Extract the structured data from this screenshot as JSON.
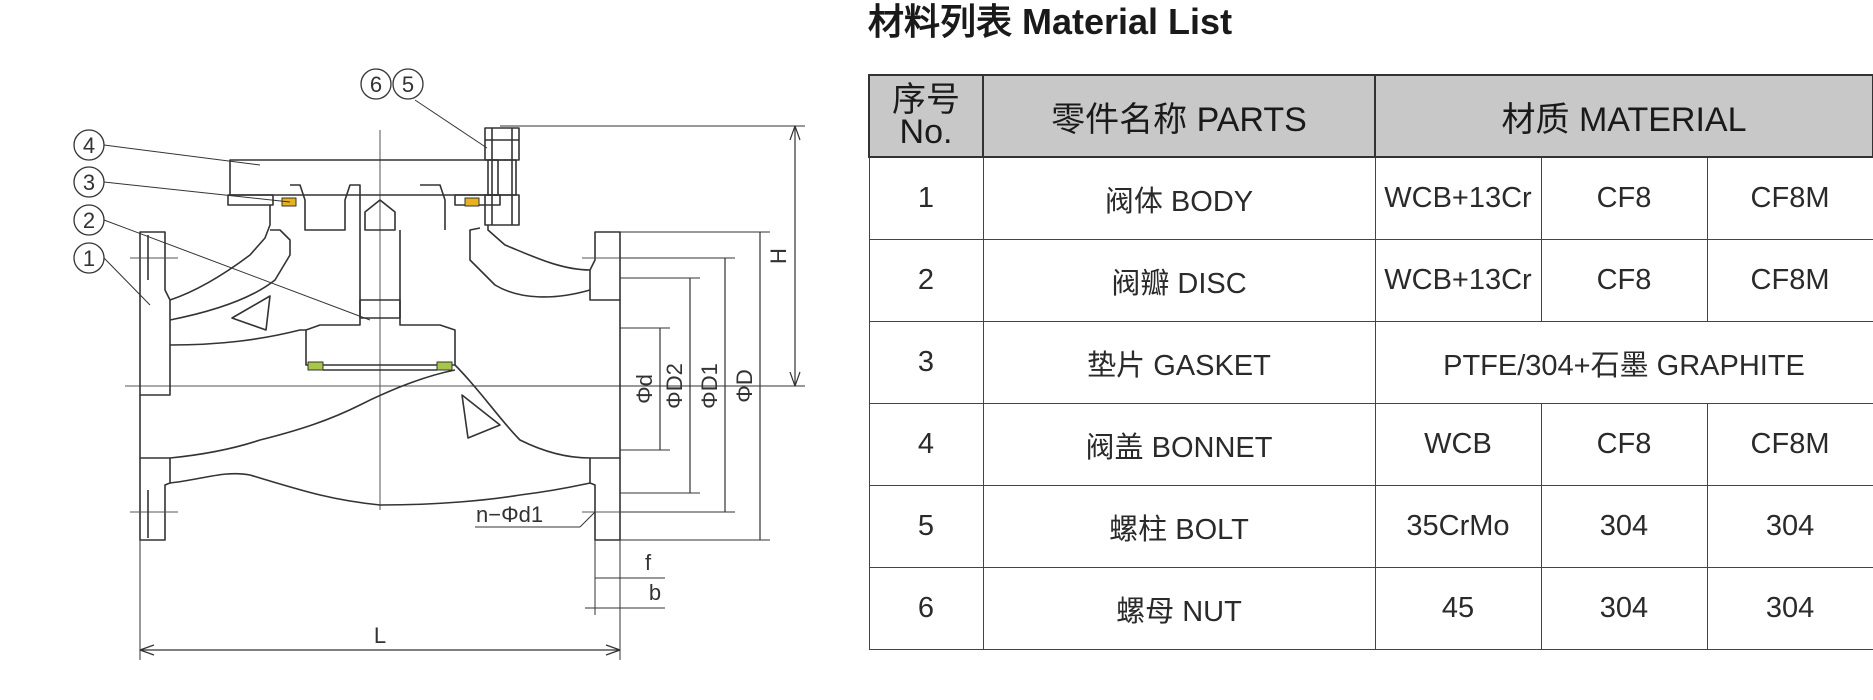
{
  "title": "材料列表 Material List",
  "callouts": [
    "1",
    "2",
    "3",
    "4",
    "6",
    "5"
  ],
  "dimensions": {
    "H": "H",
    "L": "L",
    "f": "f",
    "b": "b",
    "bolt_holes": "n−Φd1",
    "d": "Φd",
    "D2": "ΦD2",
    "D1": "ΦD1",
    "D": "ΦD"
  },
  "table": {
    "header": {
      "no_zh": "序号",
      "no_en": "No.",
      "parts": "零件名称 PARTS",
      "material": "材质 MATERIAL"
    },
    "rows": [
      {
        "no": "1",
        "part": "阀体 BODY",
        "m1": "WCB+13Cr",
        "m2": "CF8",
        "m3": "CF8M"
      },
      {
        "no": "2",
        "part": "阀瓣 DISC",
        "m1": "WCB+13Cr",
        "m2": "CF8",
        "m3": "CF8M"
      },
      {
        "no": "3",
        "part": "垫片 GASKET",
        "merged": "PTFE/304+石墨 GRAPHITE"
      },
      {
        "no": "4",
        "part": "阀盖 BONNET",
        "m1": "WCB",
        "m2": "CF8",
        "m3": "CF8M"
      },
      {
        "no": "5",
        "part": "螺柱 BOLT",
        "m1": "35CrMo",
        "m2": "304",
        "m3": "304"
      },
      {
        "no": "6",
        "part": "螺母 NUT",
        "m1": "45",
        "m2": "304",
        "m3": "304"
      }
    ]
  },
  "colors": {
    "line": "#333333",
    "gasket": "#e8b21e",
    "seat_ring": "#a8c74a",
    "header_bg": "#c8c8c8"
  }
}
